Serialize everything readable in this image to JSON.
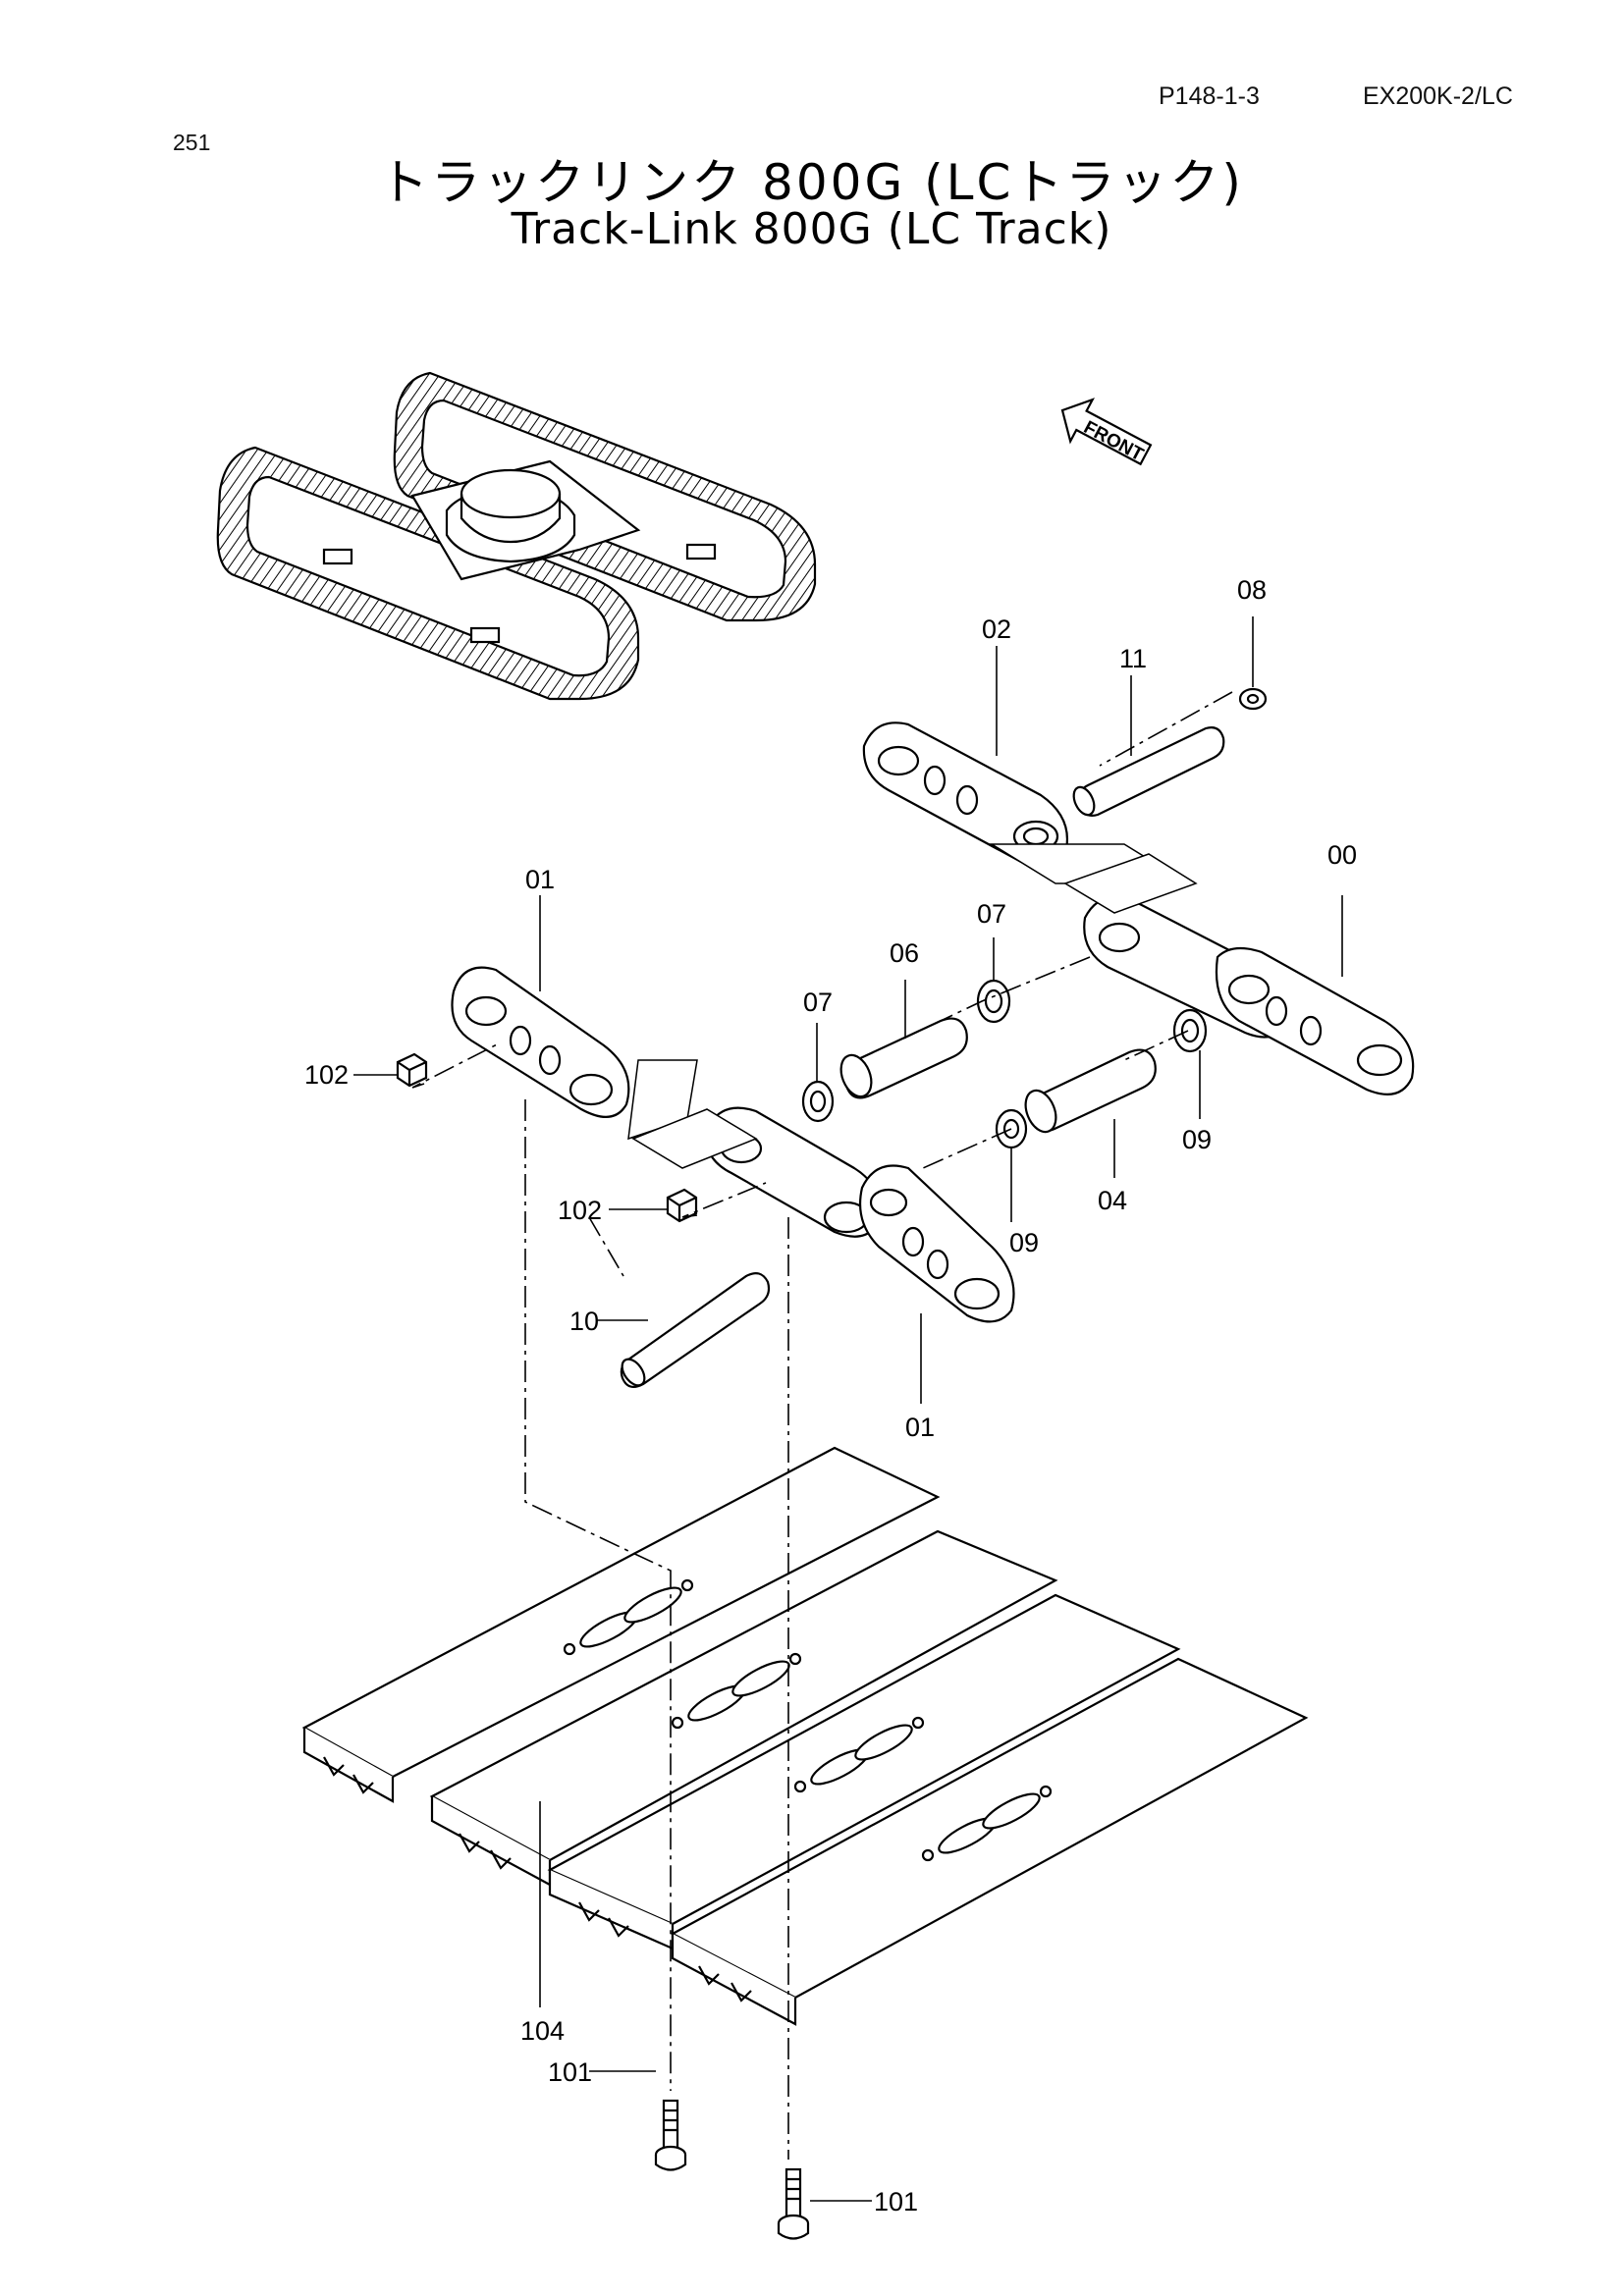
{
  "header": {
    "page_ref": "P148-1-3",
    "model": "EX200K-2/LC",
    "page_number": "251"
  },
  "title": {
    "japanese": "トラックリンク 800G (LCトラック)",
    "english": "Track-Link 800G (LC Track)"
  },
  "front_arrow_label": "FRONT",
  "callouts": {
    "c00": "00",
    "c01a": "01",
    "c01b": "01",
    "c02": "02",
    "c04": "04",
    "c06": "06",
    "c07a": "07",
    "c07b": "07",
    "c08": "08",
    "c09a": "09",
    "c09b": "09",
    "c10": "10",
    "c11": "11",
    "c101a": "101",
    "c101b": "101",
    "c102a": "102",
    "c102b": "102",
    "c104": "104"
  }
}
